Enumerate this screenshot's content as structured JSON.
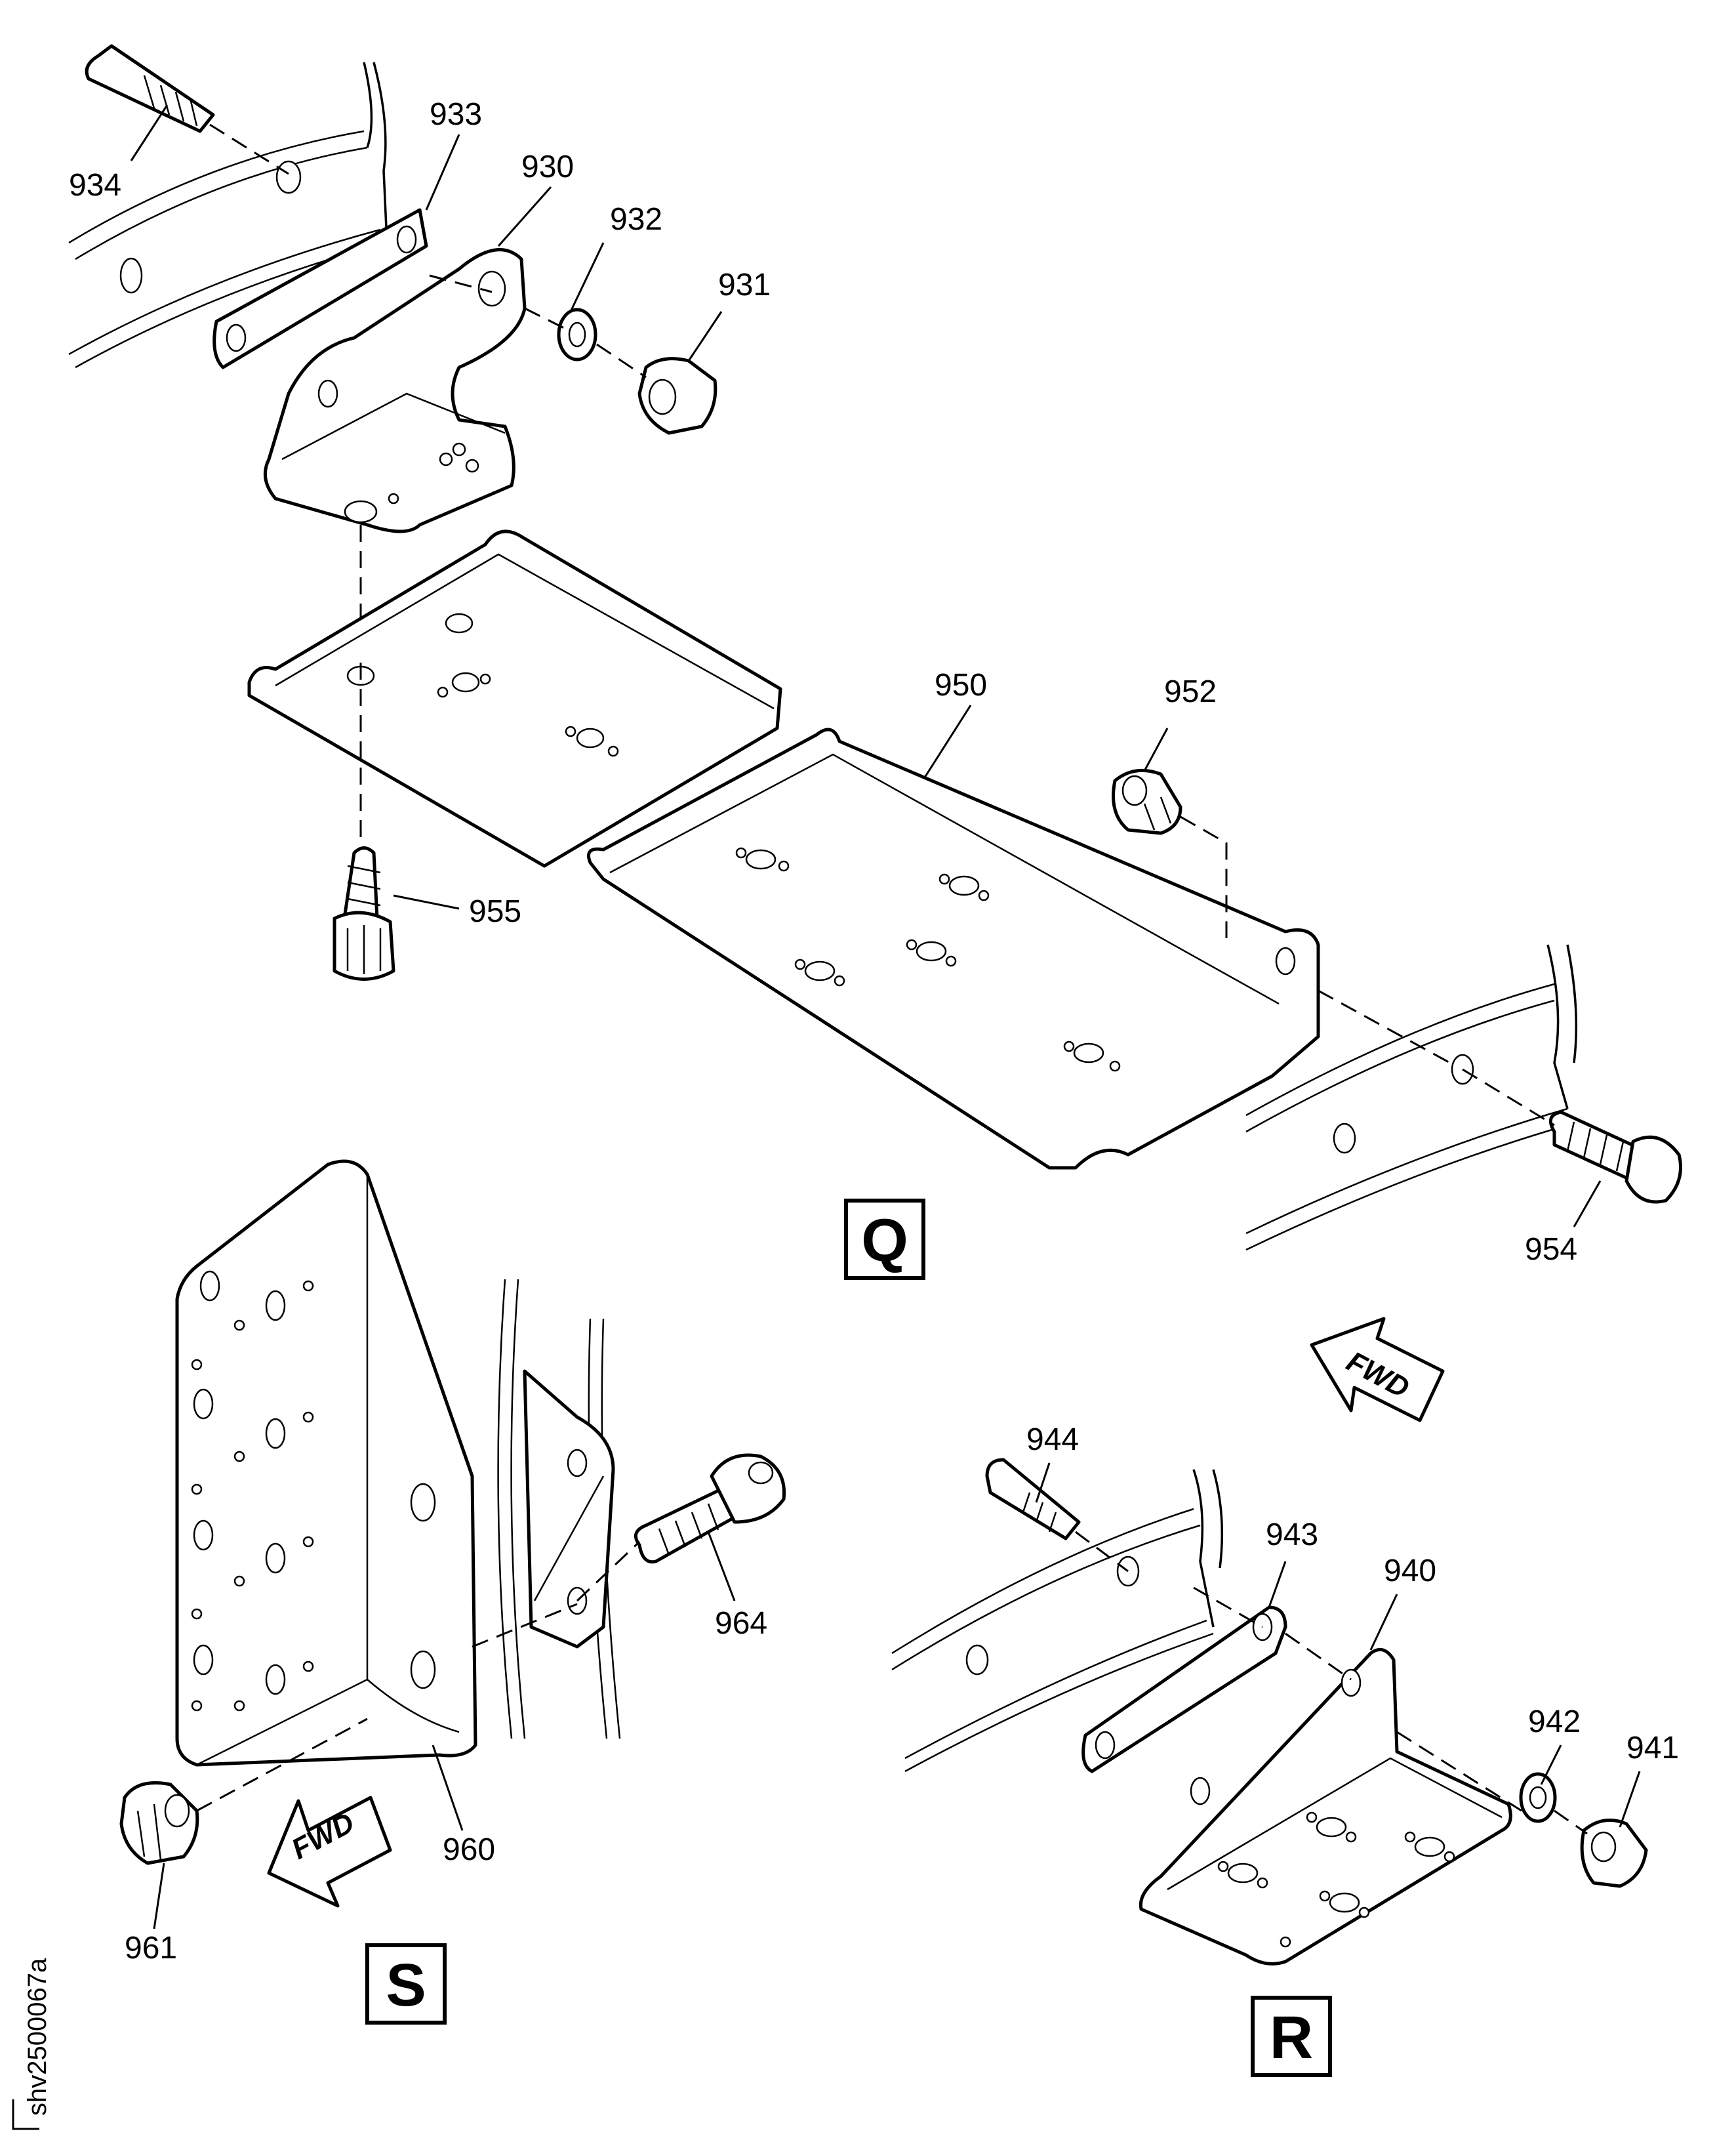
{
  "figure_id": "shv2500067a",
  "views": [
    {
      "letter": "Q"
    },
    {
      "letter": "R"
    },
    {
      "letter": "S"
    }
  ],
  "direction_label": "FWD",
  "callouts": {
    "c930": "930",
    "c931": "931",
    "c932": "932",
    "c933": "933",
    "c934": "934",
    "c940": "940",
    "c941": "941",
    "c942": "942",
    "c943": "943",
    "c944": "944",
    "c950": "950",
    "c952": "952",
    "c954": "954",
    "c955": "955",
    "c960": "960",
    "c961": "961",
    "c964": "964"
  }
}
